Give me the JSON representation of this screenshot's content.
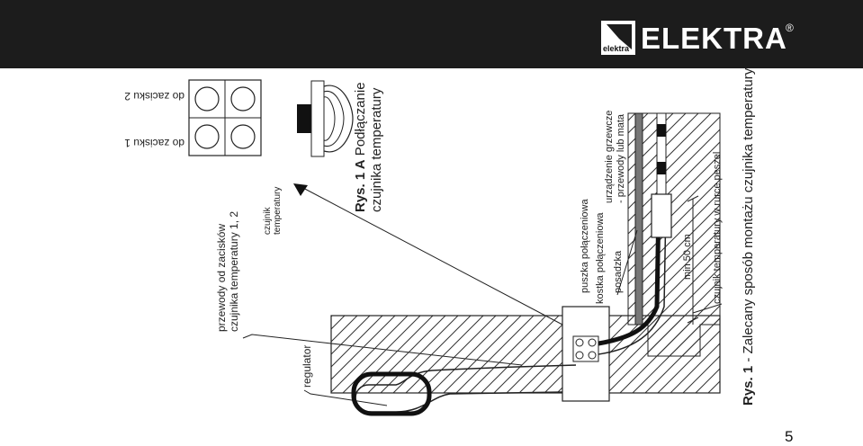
{
  "header": {
    "brand": "ELEKTRA",
    "brand_small": "elektra",
    "registered": "®"
  },
  "page_number": "5",
  "fig_1a": {
    "prefix": "Rys. 1 A",
    "title_line1": " Podłączanie",
    "title_line2": "czujnika temperatury"
  },
  "fig_1": {
    "prefix": "Rys. 1",
    "title": " - Zalecany sposób montażu czujnika temperatury"
  },
  "labels": {
    "terminal_1": "do zacisku 1",
    "terminal_2": "do zacisku 2",
    "sensor": [
      "czujnik",
      "temperatury"
    ],
    "wires": [
      "przewody od zacisków",
      "czujnika temperatury 1, 2"
    ],
    "regulator": "regulator",
    "junction_box": "puszka połączeniowa",
    "terminal_block": "kostka połączeniowa",
    "floor": "posadzka",
    "heating_device": [
      "urządzenie grzewcze",
      "- przewody lub mata"
    ],
    "min_distance": "min 50 cm",
    "sensor_in_conduit": "czujnik temperatury w rurce peszel"
  },
  "colors": {
    "header_bg": "#1c1c1c",
    "line": "#222222"
  }
}
